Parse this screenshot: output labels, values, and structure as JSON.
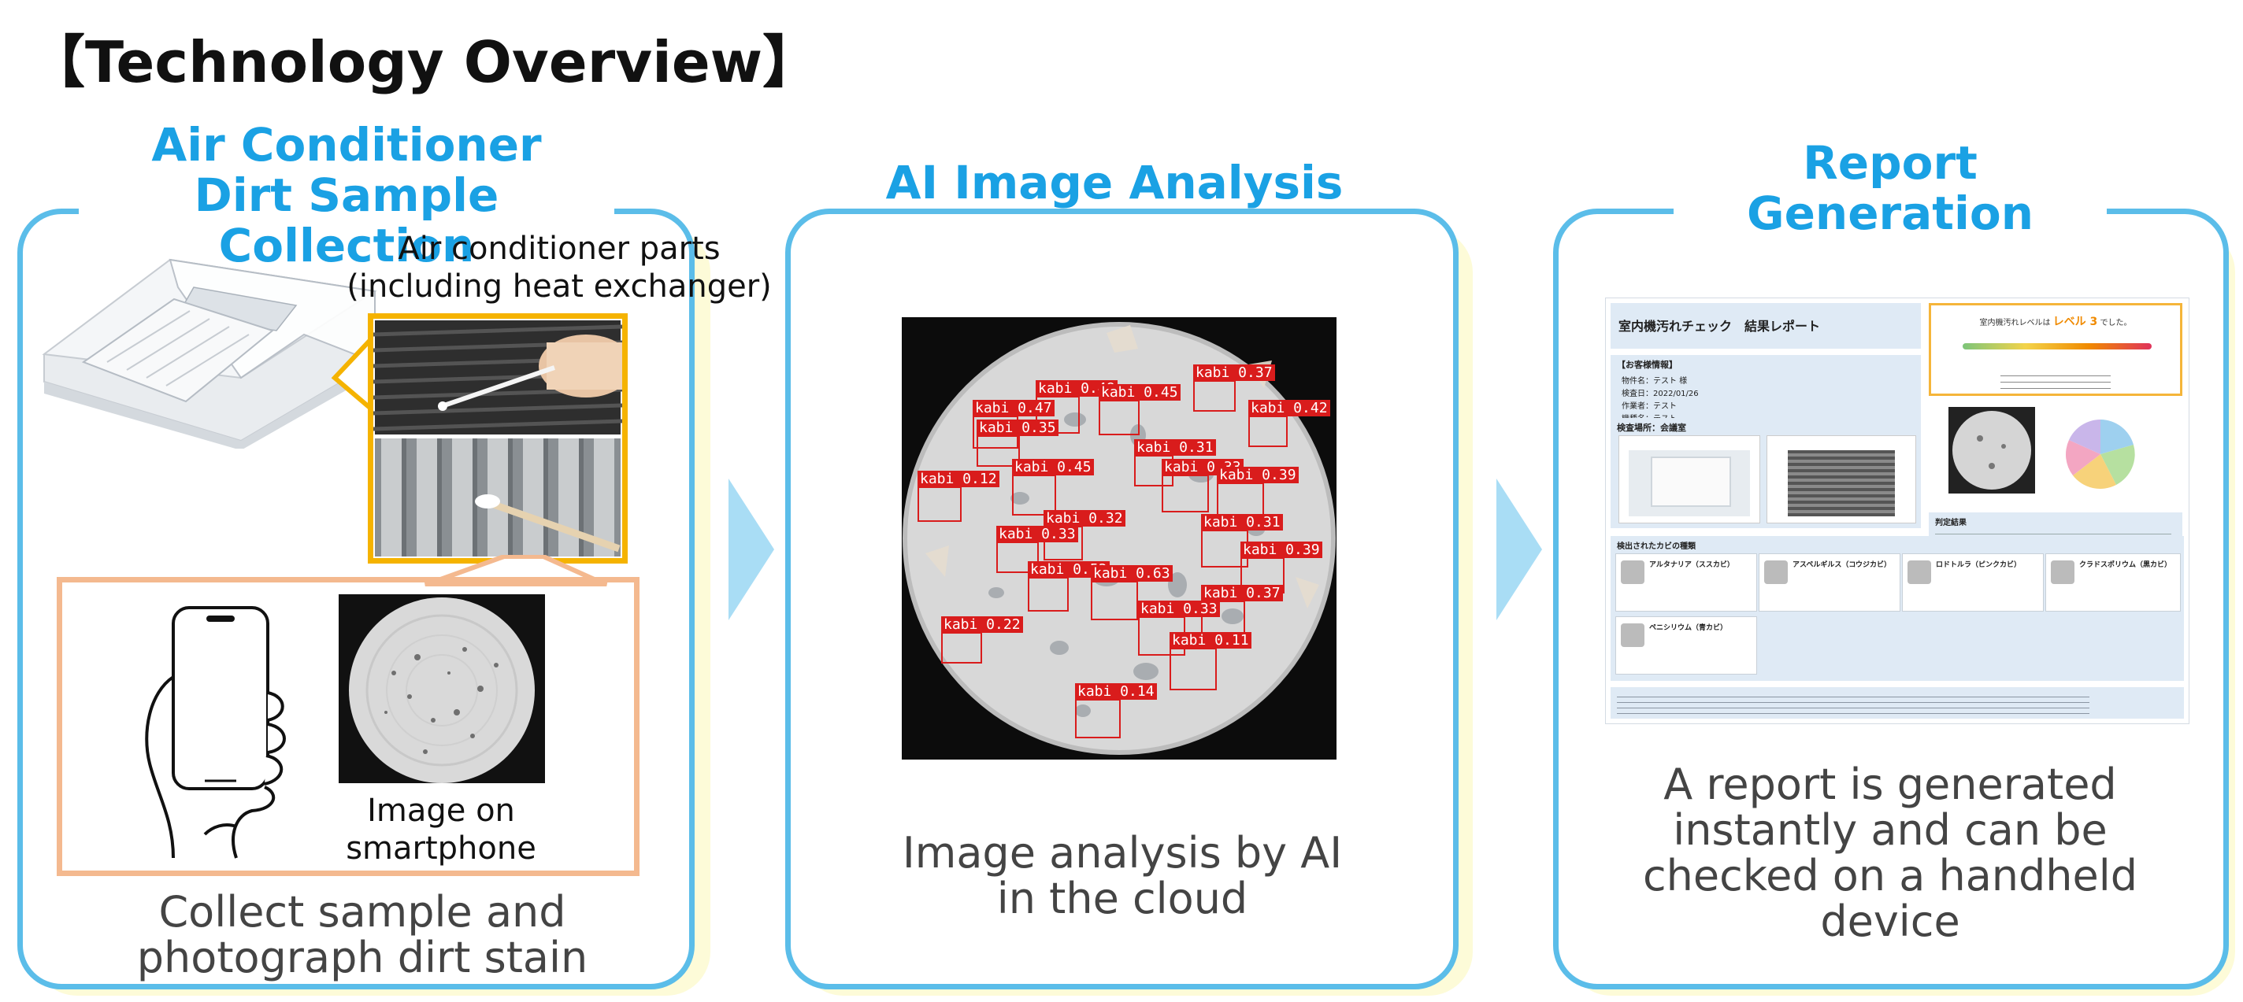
{
  "page_title": "【Technology Overview】",
  "steps": [
    {
      "heading_line1": "Air Conditioner",
      "heading_line2": "Dirt Sample Collection",
      "parts_label_line1": "Air conditioner parts",
      "parts_label_line2": "(including heat exchanger)",
      "smartphone_label_line1": "Image on",
      "smartphone_label_line2": "smartphone",
      "caption_line1": "Collect sample and",
      "caption_line2": "photograph dirt stain"
    },
    {
      "heading": "AI Image Analysis",
      "caption_line1": "Image analysis by AI",
      "caption_line2": "in the cloud"
    },
    {
      "heading_line1": "Report",
      "heading_line2": "Generation",
      "caption_line1": "A report is generated",
      "caption_line2": "instantly and can be",
      "caption_line3": "checked on a handheld",
      "caption_line4": "device"
    }
  ],
  "detections": [
    {
      "label": "kabi 0.37"
    },
    {
      "label": "kabi 0.48"
    },
    {
      "label": "kabi 0.45"
    },
    {
      "label": "kabi 0.42"
    },
    {
      "label": "kabi 0.47"
    },
    {
      "label": "kabi 0.35"
    },
    {
      "label": "kabi 0.31"
    },
    {
      "label": "kabi 0.45"
    },
    {
      "label": "kabi 0.33"
    },
    {
      "label": "kabi 0.12"
    },
    {
      "label": "kabi 0.39"
    },
    {
      "label": "kabi 0.32"
    },
    {
      "label": "kabi 0.31"
    },
    {
      "label": "kabi 0.33"
    },
    {
      "label": "kabi 0.39"
    },
    {
      "label": "kabi 0.53"
    },
    {
      "label": "kabi 0.63"
    },
    {
      "label": "kabi 0.37"
    },
    {
      "label": "kabi 0.33"
    },
    {
      "label": "kabi 0.22"
    },
    {
      "label": "kabi 0.11"
    },
    {
      "label": "kabi 0.14"
    }
  ],
  "report": {
    "title": "室内機汚れチェック　結果レポート",
    "level_prefix": "室内機汚れレベルは",
    "level_value": "レベル 3",
    "level_suffix": "でした。",
    "customer_info": "【お客様情報】",
    "customer_items": [
      "物件名：テスト 様",
      "検査日：2022/01/26",
      "作業者：テスト",
      "機種名：テスト"
    ],
    "sample_location": "検査場所：会議室",
    "detected_heading": "検出されたカビの種類",
    "fungi": [
      "アルタナリア（ススカビ）",
      "アスペルギルス（コウジカビ）",
      "ロドトルラ（ピンクカビ）",
      "クラドスポリウム（黒カビ）",
      "ペニシリウム（青カビ）"
    ],
    "judgement": "判定結果",
    "colors": {
      "accent": "#1aa1e4",
      "border": "#5bbde9",
      "level_box": "#f5b53a",
      "level_text": "#f08a00"
    }
  },
  "colors": {
    "panel_border": "#5bbde9",
    "heading": "#1aa1e4",
    "arrow": "#a9ddf5",
    "shadow": "#fdfbd8",
    "parts_frame": "#f5b300",
    "phone_frame": "#f4b98f",
    "box_red": "#d91c1c"
  }
}
